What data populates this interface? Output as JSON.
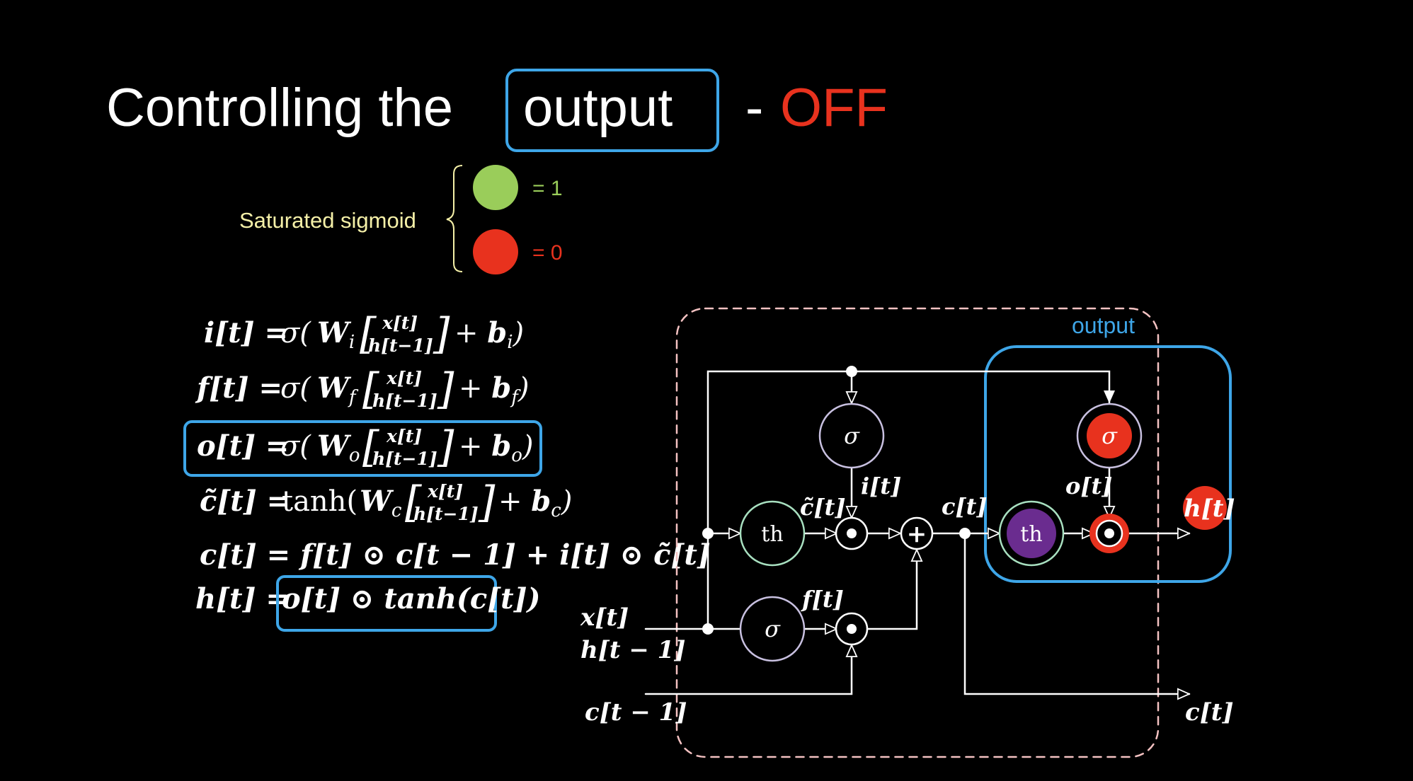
{
  "title": {
    "prefix": "Controlling the",
    "boxed_word": "output",
    "separator": "-",
    "state": "OFF"
  },
  "legend": {
    "label": "Saturated sigmoid",
    "items": [
      {
        "value_label": "= 1",
        "color": "#9acd5a"
      },
      {
        "value_label": "= 0",
        "color": "#e8321e"
      }
    ]
  },
  "equations": {
    "i": {
      "lhs": "i[t] =",
      "rhs": "σ(W_i [x[t]; h[t−1]] + b_i)"
    },
    "f": {
      "lhs": "f[t] =",
      "rhs": "σ(W_f [x[t]; h[t−1]] + b_f)"
    },
    "o": {
      "lhs": "o[t] =",
      "rhs": "σ(W_o [x[t]; h[t−1]] + b_o)"
    },
    "ct": {
      "lhs": "c̃[t] =",
      "rhs": "tanh(W_c [x[t]; h[t−1]] + b_c)"
    },
    "c": {
      "lhs": "c[t] =",
      "rhs": "f[t] ⊙ c[t − 1] + i[t] ⊙ c̃[t]"
    },
    "h": {
      "lhs": "h[t] =",
      "rhs": "o[t] ⊙ tanh(c[t])"
    }
  },
  "matrix_top": "x[t]",
  "matrix_bottom": "h[t−1]",
  "diagram": {
    "box_label": "output",
    "labels": {
      "x_in": "x[t]",
      "h_in": "h[t − 1]",
      "c_in": "c[t − 1]",
      "c_out": "c[t]",
      "c_mid": "c[t]",
      "h_out": "h[t]",
      "i_gate": "i[t]",
      "f_gate": "f[t]",
      "o_gate": "o[t]",
      "ct_gate": "c̃[t]"
    },
    "nodes": {
      "sigma": "σ",
      "tanh": "th",
      "plus": "+"
    }
  },
  "colors": {
    "accent_blue": "#3ea6e8",
    "off_red": "#e8321e",
    "sigmoid_green": "#9acd5a",
    "legend_text": "#f5f0a8",
    "dashed_pink": "#f4c2c2",
    "tanh_purple": "#6a2c8f",
    "sigma_ring": "#c8c0e0",
    "tanh_ring": "#a8e0c0"
  }
}
